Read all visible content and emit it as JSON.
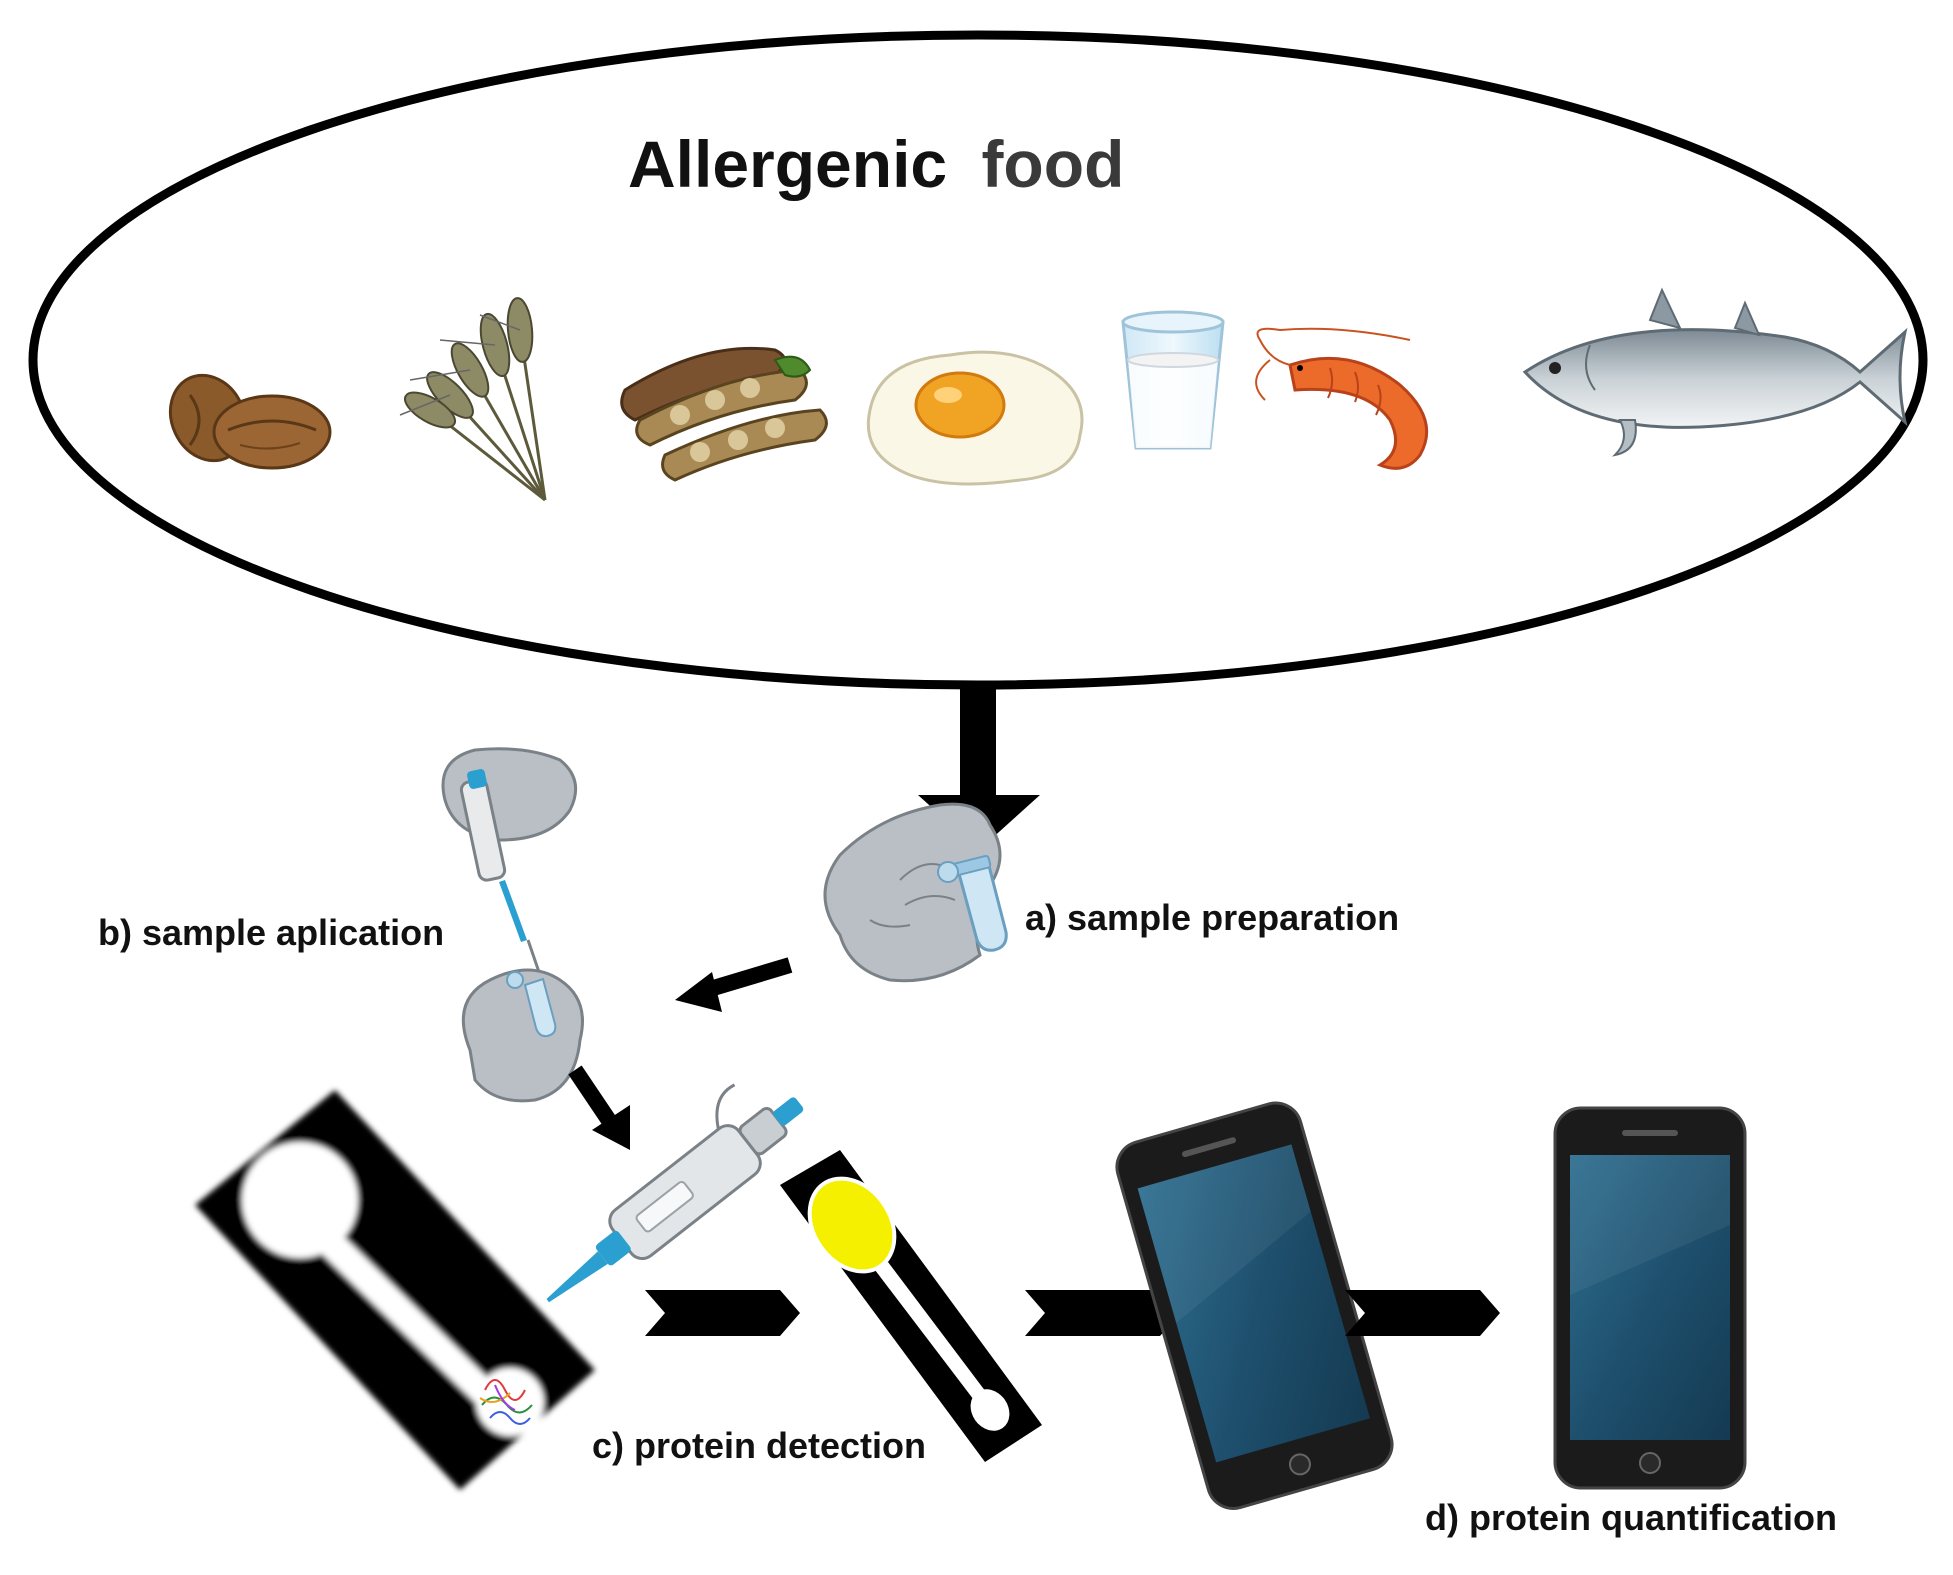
{
  "header": {
    "title_part1": "Allergenic",
    "title_part2": "food"
  },
  "steps": {
    "a": "a) sample preparation",
    "b": "b) sample aplication",
    "c": "c) protein detection",
    "d": "d) protein quantification"
  },
  "colors": {
    "outline": "#000000",
    "title_dark": "#111111",
    "title_grey": "#3a3a3a",
    "glove": "#b9bfc4",
    "pipette_accent": "#2a9fd0",
    "detection_yellow": "#f4f000",
    "phone_screen": "#1d4e6b"
  },
  "icons": {
    "foods": [
      "walnuts-icon",
      "wheat-icon",
      "soybean-pods-icon",
      "fried-egg-icon",
      "milk-glass-icon",
      "shrimp-icon",
      "fish-icon"
    ],
    "lab": [
      "gloved-hand-icon",
      "micropipette-icon",
      "microtube-icon",
      "test-strip-icon",
      "smartphone-icon"
    ]
  }
}
